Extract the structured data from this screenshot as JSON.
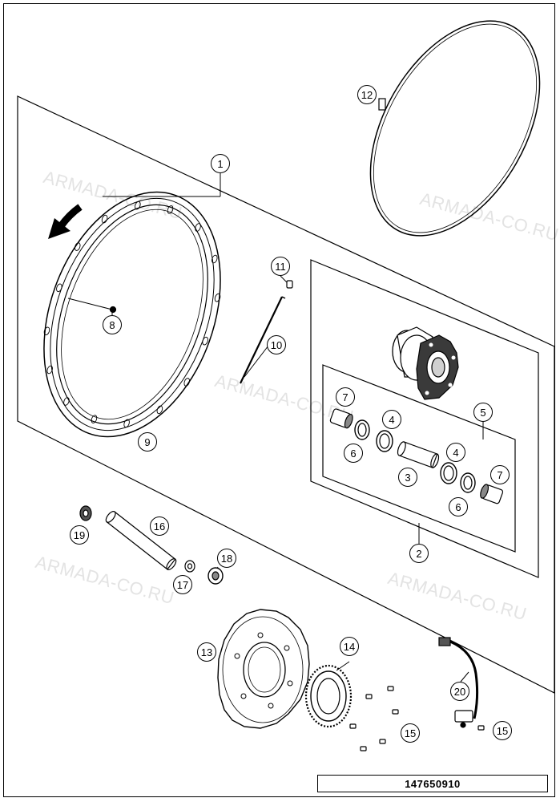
{
  "watermark": "ARMADA-CO.RU",
  "drawing_number": "147650910",
  "callouts": {
    "c1": "1",
    "c2": "2",
    "c3": "3",
    "c4a": "4",
    "c4b": "4",
    "c5": "5",
    "c6a": "6",
    "c6b": "6",
    "c7a": "7",
    "c7b": "7",
    "c8": "8",
    "c9": "9",
    "c10": "10",
    "c11": "11",
    "c12": "12",
    "c13": "13",
    "c14": "14",
    "c15a": "15",
    "c15b": "15",
    "c16": "16",
    "c17": "17",
    "c18": "18",
    "c19": "19",
    "c20": "20"
  },
  "colors": {
    "line": "#000000",
    "watermark": "#e3e3e3",
    "background": "#ffffff"
  }
}
